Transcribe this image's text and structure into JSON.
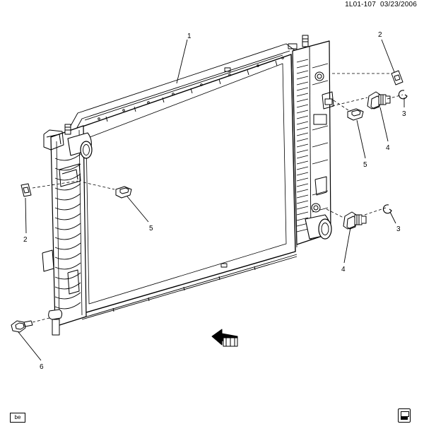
{
  "header": {
    "code": "1L01-107",
    "date": "03/23/2006"
  },
  "footer": {
    "badge": "be"
  },
  "callouts": [
    {
      "id": "c1",
      "label": "1"
    },
    {
      "id": "c2a",
      "label": "2"
    },
    {
      "id": "c2b",
      "label": "2"
    },
    {
      "id": "c3a",
      "label": "3"
    },
    {
      "id": "c3b",
      "label": "3"
    },
    {
      "id": "c4a",
      "label": "4"
    },
    {
      "id": "c4b",
      "label": "4"
    },
    {
      "id": "c5a",
      "label": "5"
    },
    {
      "id": "c5b",
      "label": "5"
    },
    {
      "id": "c6",
      "label": "6"
    }
  ]
}
